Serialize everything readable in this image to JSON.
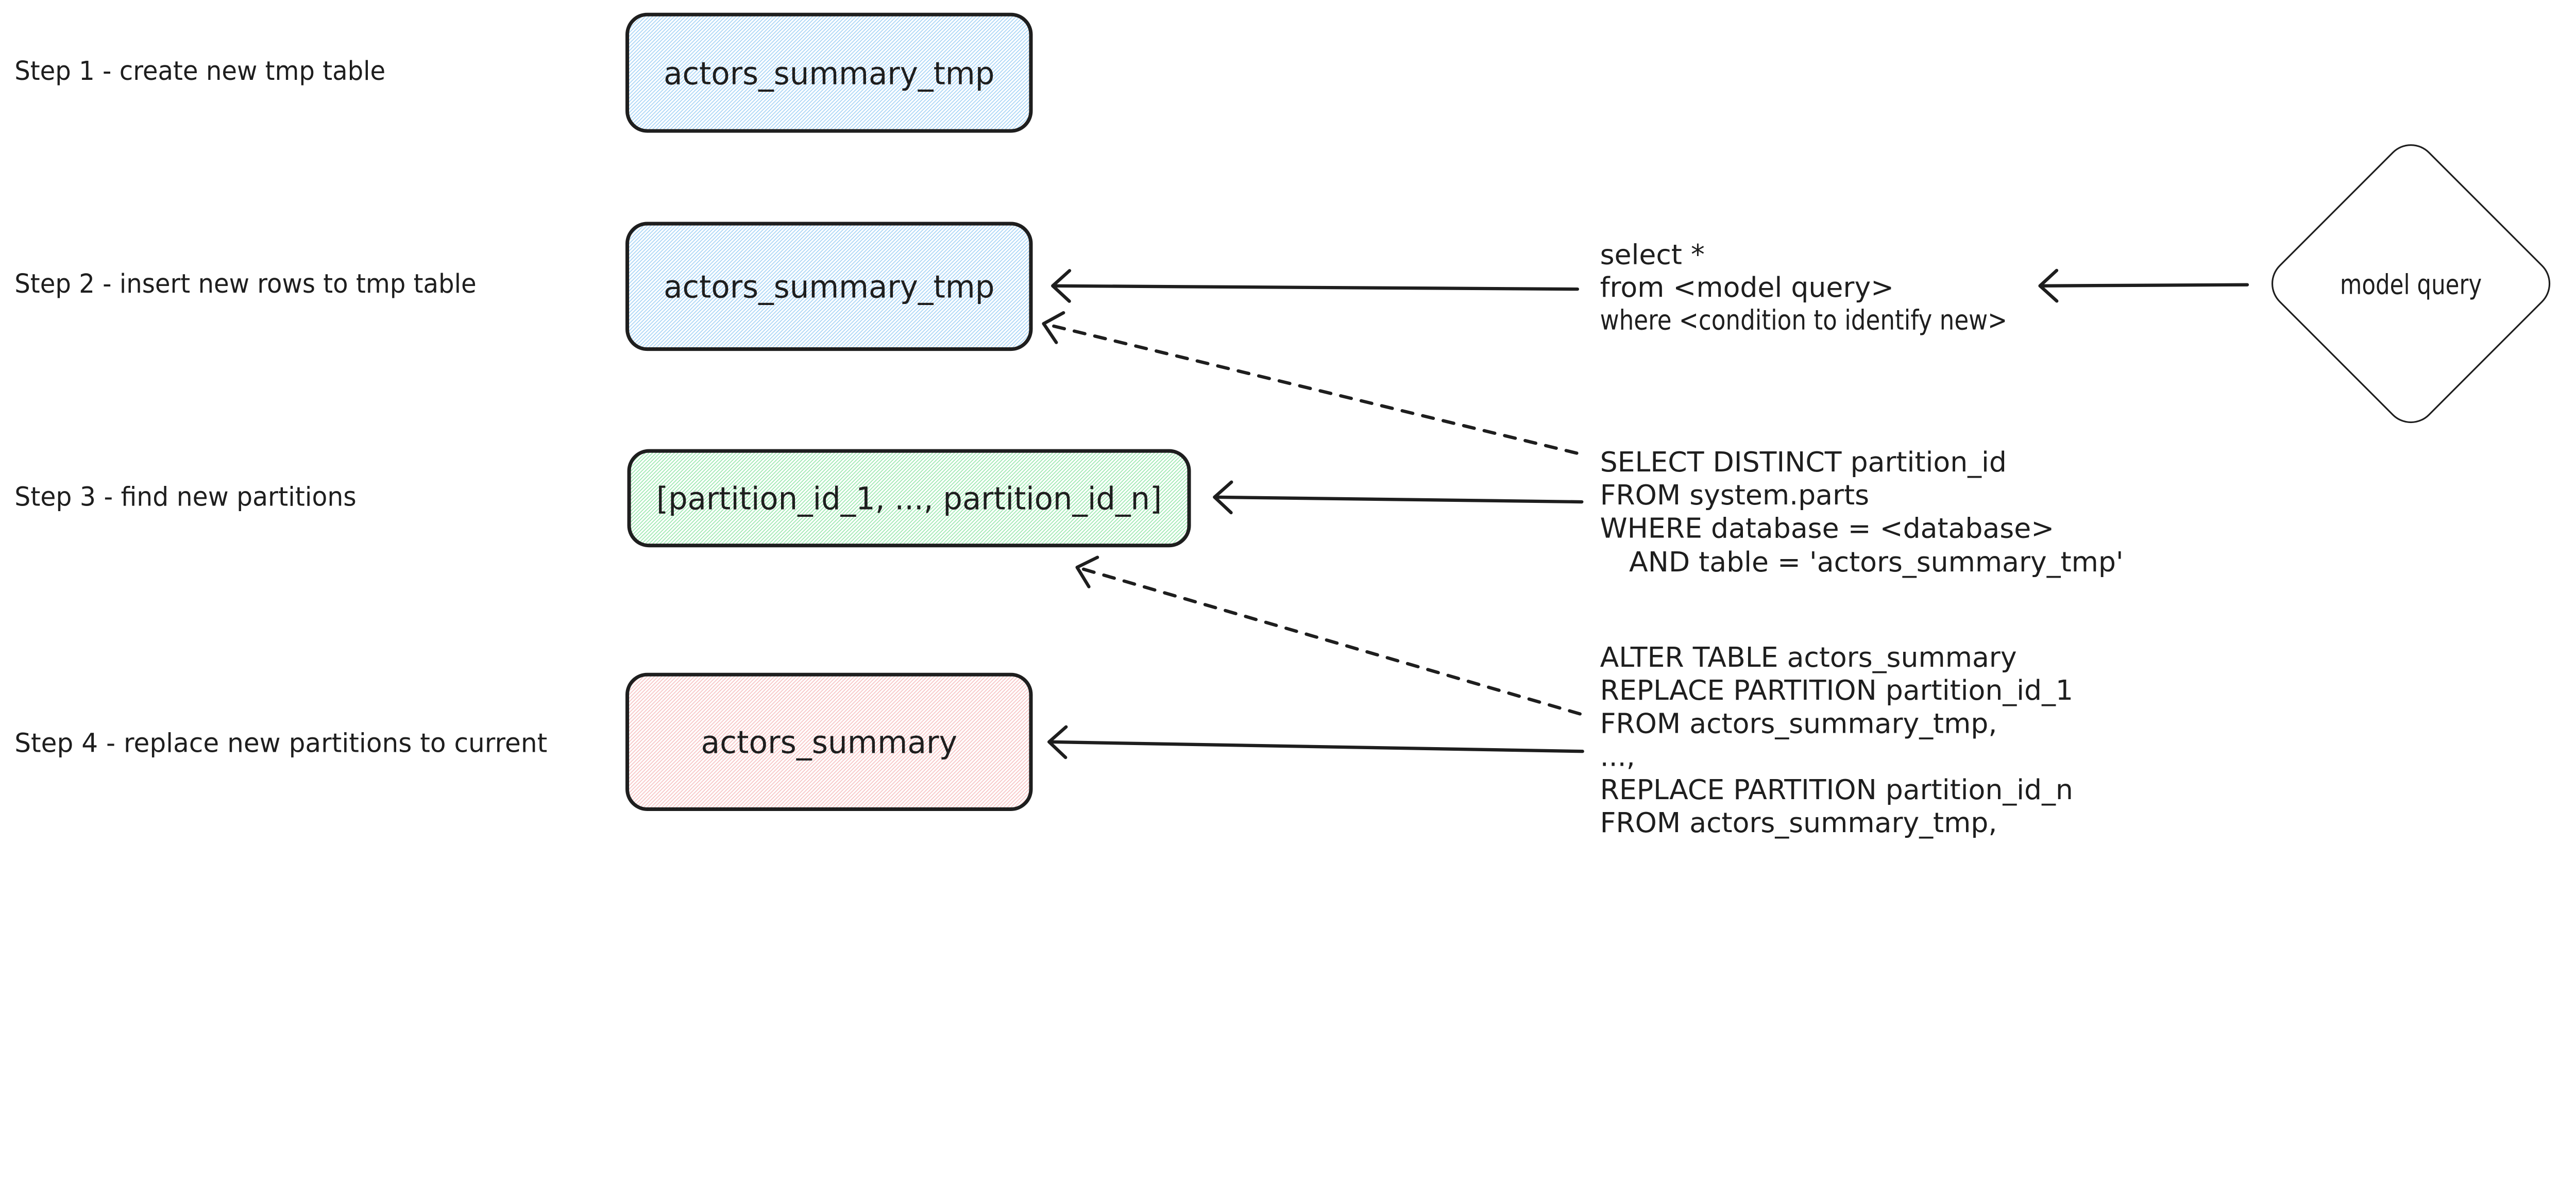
{
  "diagram": {
    "step_labels": [
      "Step 1 - create new tmp table",
      "Step 2 - insert new rows to tmp table",
      "Step 3 - find new partitions",
      "Step 4 - replace new partitions to current"
    ],
    "nodes": {
      "tmp_table_step1": "actors_summary_tmp",
      "tmp_table_step2": "actors_summary_tmp",
      "partition_list": "[partition_id_1, ..., partition_id_n]",
      "current_table": "actors_summary",
      "model_query": "model query"
    },
    "sql": {
      "insert_new_rows": [
        "select *",
        "from <model query>",
        "where <condition to identify new>"
      ],
      "find_new_partitions": [
        "SELECT DISTINCT partition_id",
        "FROM system.parts",
        "WHERE database = <database>",
        "AND table = 'actors_summary_tmp'"
      ],
      "replace_partitions": [
        "ALTER TABLE actors_summary",
        "REPLACE PARTITION partition_id_1",
        "FROM actors_summary_tmp,",
        "...,",
        "REPLACE PARTITION partition_id_n",
        "FROM actors_summary_tmp,"
      ]
    },
    "colors": {
      "ink": "#1e1e1e",
      "blue_hatch": "#9fd0f5",
      "green_hatch": "#93e6a8",
      "pink_hatch": "#f6bdbd"
    }
  }
}
